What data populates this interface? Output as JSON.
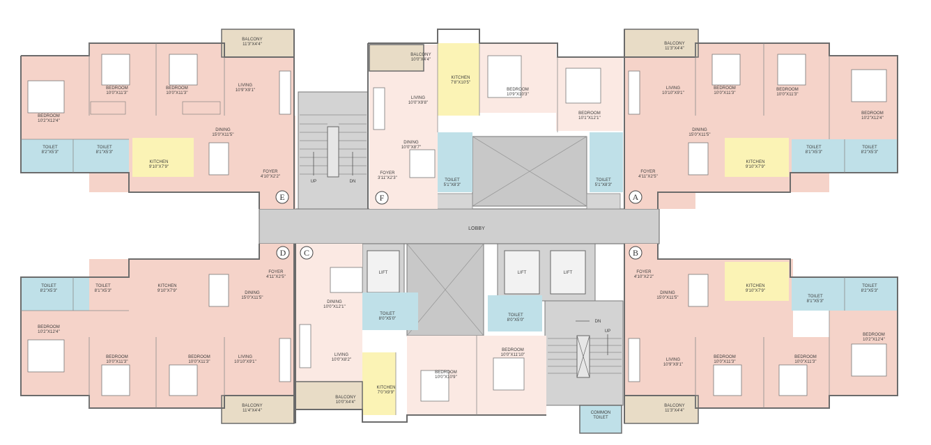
{
  "common": {
    "lobby": "LOBBY",
    "lift": "LIFT",
    "up": "UP",
    "dn": "DN",
    "common_toilet_line1": "COMMON",
    "common_toilet_line2": "TOILET"
  },
  "units": {
    "E": {
      "letter": "E",
      "bedroom1": {
        "name": "BEDROOM",
        "dim": "10'2\"X12'4\""
      },
      "bedroom2": {
        "name": "BEDROOM",
        "dim": "10'0\"X11'3\""
      },
      "bedroom3": {
        "name": "BEDROOM",
        "dim": "10'0\"X11'3\""
      },
      "living": {
        "name": "LIVING",
        "dim": "10'9\"X9'1\""
      },
      "dining": {
        "name": "DINING",
        "dim": "15'0\"X11'5\""
      },
      "balcony": {
        "name": "BALCONY",
        "dim": "11'3\"X4'4\""
      },
      "toilet1": {
        "name": "TOILET",
        "dim": "8'2\"X5'3\""
      },
      "toilet2": {
        "name": "TOILET",
        "dim": "8'1\"X5'3\""
      },
      "kitchen": {
        "name": "KITCHEN",
        "dim": "9'10\"X7'9\""
      },
      "foyer": {
        "name": "FOYER",
        "dim": "4'10\"X2'2\""
      }
    },
    "F": {
      "letter": "F",
      "balcony": {
        "name": "BALCONY",
        "dim": "10'0\"X4'4\""
      },
      "kitchen": {
        "name": "KITCHEN",
        "dim": "7'8\"X10'5\""
      },
      "bedroom1": {
        "name": "BEDROOM",
        "dim": "10'9\"X10'3\""
      },
      "bedroom2": {
        "name": "BEDROOM",
        "dim": "10'1\"X12'1\""
      },
      "living": {
        "name": "LIVING",
        "dim": "10'0\"X9'8\""
      },
      "dining": {
        "name": "DINING",
        "dim": "10'0\"X8'7\""
      },
      "foyer": {
        "name": "FOYER",
        "dim": "3'11\"X2'3\""
      },
      "toilet": {
        "name": "TOILET",
        "dim": "5'1\"X8'3\""
      },
      "toilet2": {
        "name": "TOILET",
        "dim": "5'1\"X8'3\""
      }
    },
    "A": {
      "letter": "A",
      "balcony": {
        "name": "BALCONY",
        "dim": "11'3\"X4'4\""
      },
      "living": {
        "name": "LIVING",
        "dim": "10'10\"X9'1\""
      },
      "bedroom1": {
        "name": "BEDROOM",
        "dim": "10'0\"X11'3\""
      },
      "bedroom2": {
        "name": "BEDROOM",
        "dim": "10'0\"X11'3\""
      },
      "bedroom3": {
        "name": "BEDROOM",
        "dim": "10'2\"X12'4\""
      },
      "dining": {
        "name": "DINING",
        "dim": "15'0\"X11'5\""
      },
      "kitchen": {
        "name": "KITCHEN",
        "dim": "9'10\"X7'9\""
      },
      "toilet1": {
        "name": "TOILET",
        "dim": "8'1\"X5'3\""
      },
      "toilet2": {
        "name": "TOILET",
        "dim": "8'2\"X5'3\""
      },
      "foyer": {
        "name": "FOYER",
        "dim": "4'11\"X2'5\""
      }
    },
    "D": {
      "letter": "D",
      "bedroom1": {
        "name": "BEDROOM",
        "dim": "10'2\"X12'4\""
      },
      "bedroom2": {
        "name": "BEDROOM",
        "dim": "10'0\"X11'3\""
      },
      "bedroom3": {
        "name": "BEDROOM",
        "dim": "10'0\"X11'3\""
      },
      "living": {
        "name": "LIVING",
        "dim": "10'10\"X9'1\""
      },
      "dining": {
        "name": "DINING",
        "dim": "15'0\"X11'5\""
      },
      "balcony": {
        "name": "BALCONY",
        "dim": "11'4\"X4'4\""
      },
      "toilet1": {
        "name": "TOILET",
        "dim": "8'2\"X5'3\""
      },
      "toilet2": {
        "name": "TOILET",
        "dim": "8'1\"X5'3\""
      },
      "kitchen": {
        "name": "KITCHEN",
        "dim": "9'10\"X7'9\""
      },
      "foyer": {
        "name": "FOYER",
        "dim": "4'11\"X2'5\""
      }
    },
    "C": {
      "letter": "C",
      "dining": {
        "name": "DINING",
        "dim": "10'0\"X12'1\""
      },
      "living": {
        "name": "LIVING",
        "dim": "10'0\"X8'2\""
      },
      "toilet1": {
        "name": "TOILET",
        "dim": "8'0\"X5'0\""
      },
      "toilet2": {
        "name": "TOILET",
        "dim": "8'0\"X5'0\""
      },
      "kitchen": {
        "name": "KITCHEN",
        "dim": "7'0\"X9'9\""
      },
      "bedroom1": {
        "name": "BEDROOM",
        "dim": "10'0\"X10'9\""
      },
      "bedroom2": {
        "name": "BEDROOM",
        "dim": "10'0\"X11'10\""
      },
      "balcony": {
        "name": "BALCONY",
        "dim": "10'0\"X4'4\""
      }
    },
    "B": {
      "letter": "B",
      "foyer": {
        "name": "FOYER",
        "dim": "4'10\"X2'2\""
      },
      "dining": {
        "name": "DINING",
        "dim": "15'0\"X11'5\""
      },
      "kitchen": {
        "name": "KITCHEN",
        "dim": "9'10\"X7'9\""
      },
      "toilet1": {
        "name": "TOILET",
        "dim": "8'1\"X5'3\""
      },
      "toilet2": {
        "name": "TOILET",
        "dim": "8'2\"X5'3\""
      },
      "bedroom1": {
        "name": "BEDROOM",
        "dim": "10'2\"X12'4\""
      },
      "bedroom2": {
        "name": "BEDROOM",
        "dim": "10'0\"X11'3\""
      },
      "bedroom3": {
        "name": "BEDROOM",
        "dim": "10'0\"X11'3\""
      },
      "living": {
        "name": "LIVING",
        "dim": "10'9\"X9'1\""
      },
      "balcony": {
        "name": "BALCONY",
        "dim": "11'3\"X4'4\""
      }
    }
  },
  "colors": {
    "room_pink": "#f5d3c9",
    "room_light": "#fbe9e3",
    "toilet_blue": "#bfe0e8",
    "kitchen_yellow": "#fbf3b5",
    "balcony_beige": "#e8dcc6",
    "core_grey": "#d0d0d0",
    "wall": "#6b6b6b"
  }
}
